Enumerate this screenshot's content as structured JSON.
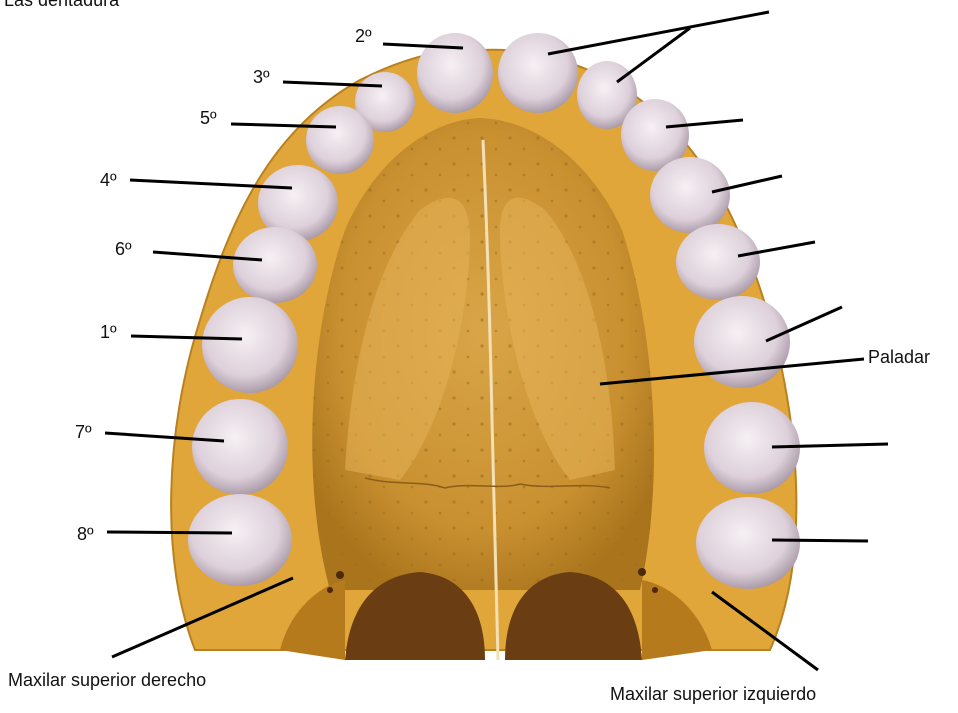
{
  "header": {
    "title_partial": "Las dentadura"
  },
  "teeth_right": {
    "t2": "2º",
    "t3": "3º",
    "t5": "5º",
    "t4": "4º",
    "t6": "6º",
    "t1": "1º",
    "t7": "7º",
    "t8": "8º"
  },
  "labels": {
    "palate": "Paladar",
    "right_maxilla": "Maxilar superior derecho",
    "left_maxilla": "Maxilar superior izquierdo"
  },
  "colors": {
    "bone": "#e2a93a",
    "bone_dark": "#c48320",
    "tooth": "#e9dfe6",
    "tooth_shadow": "#a89aa8",
    "line": "#000000"
  }
}
